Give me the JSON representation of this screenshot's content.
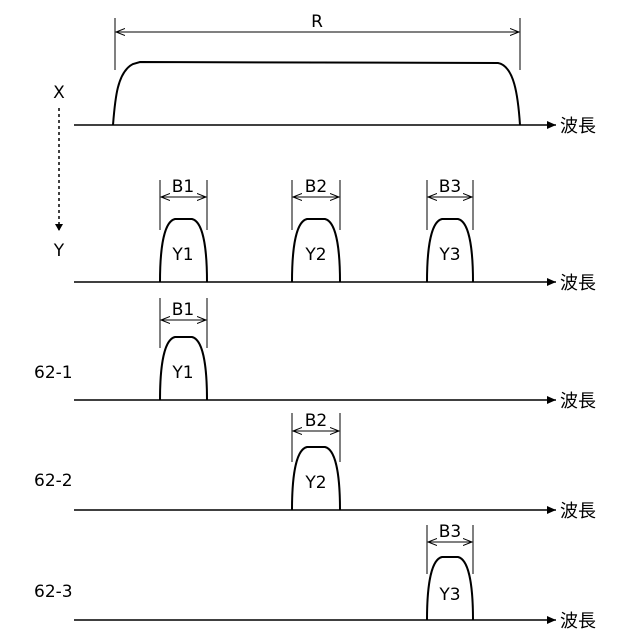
{
  "top": {
    "range_label": "R",
    "x_label": "X",
    "y_label": "Y",
    "axis_label": "波長"
  },
  "combined": {
    "axis_label": "波長",
    "bands": [
      {
        "width_label": "B1",
        "peak_label": "Y1"
      },
      {
        "width_label": "B2",
        "peak_label": "Y2"
      },
      {
        "width_label": "B3",
        "peak_label": "Y3"
      }
    ]
  },
  "rows": [
    {
      "id_label": "62-1",
      "width_label": "B1",
      "peak_label": "Y1",
      "axis_label": "波長"
    },
    {
      "id_label": "62-2",
      "width_label": "B2",
      "peak_label": "Y2",
      "axis_label": "波長"
    },
    {
      "id_label": "62-3",
      "width_label": "B3",
      "peak_label": "Y3",
      "axis_label": "波長"
    }
  ]
}
